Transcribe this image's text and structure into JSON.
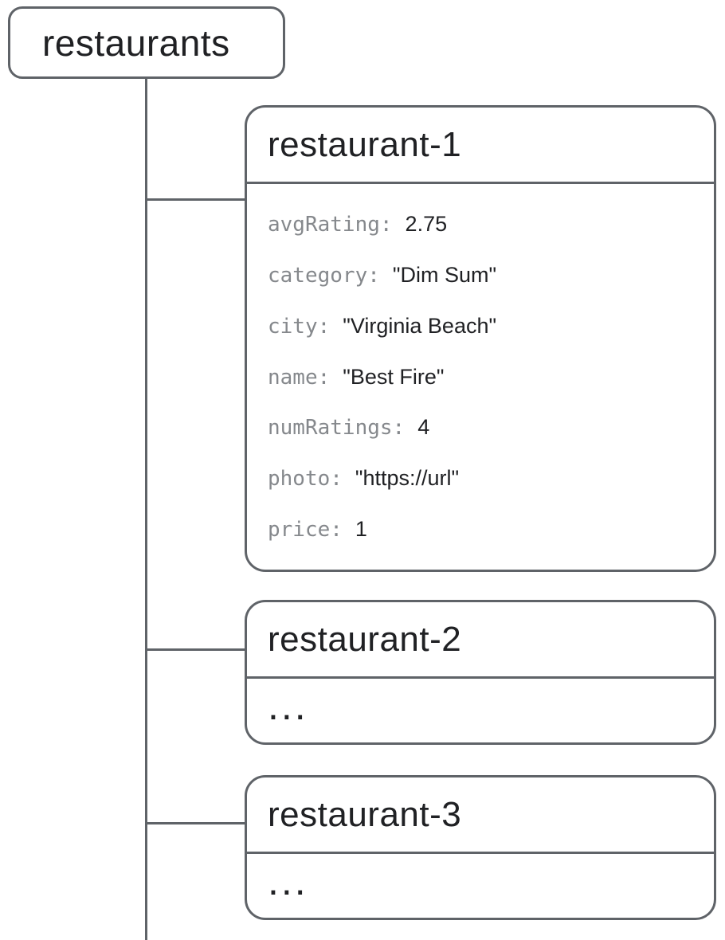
{
  "diagram": {
    "root": {
      "label": "restaurants"
    },
    "documents": [
      {
        "id": "restaurant-1",
        "fields": [
          {
            "key": "avgRating:",
            "value": "2.75"
          },
          {
            "key": "category:",
            "value": "\"Dim Sum\""
          },
          {
            "key": "city:",
            "value": "\"Virginia Beach\""
          },
          {
            "key": "name:",
            "value": "\"Best Fire\""
          },
          {
            "key": "numRatings:",
            "value": "4"
          },
          {
            "key": "photo:",
            "value": "\"https://url\""
          },
          {
            "key": "price:",
            "value": "1"
          }
        ]
      },
      {
        "id": "restaurant-2",
        "body_text": "..."
      },
      {
        "id": "restaurant-3",
        "body_text": "..."
      }
    ]
  },
  "colors": {
    "border": "#5f6368",
    "key_text": "#85888c",
    "value_text": "#202124",
    "title_text": "#202124",
    "background": "#ffffff"
  }
}
